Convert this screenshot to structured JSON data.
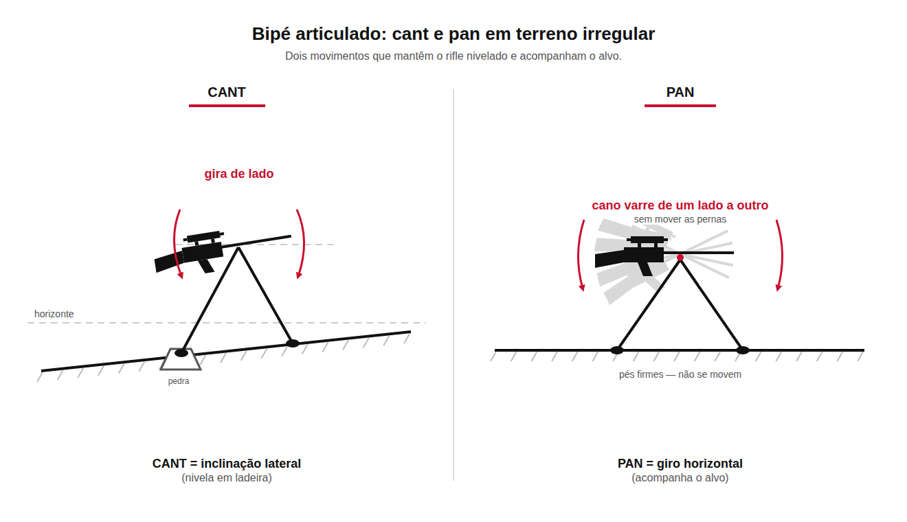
{
  "diagram": {
    "title": "Bipé articulado: cant e pan em terreno irregular",
    "labels": [
      "Dois movimentos que mantêm o rifle nivelado e acompanham o alvo.",
      "CANT",
      "PAN",
      "gira de lado",
      "horizonte",
      "pedra",
      "cano varre de um lado a outro",
      "sem mover as pernas",
      "pés firmes — não se movem",
      "CANT = inclinação lateral",
      "(nivela em ladeira)",
      "PAN = giro horizontal",
      "(acompanha o alvo)"
    ]
  }
}
